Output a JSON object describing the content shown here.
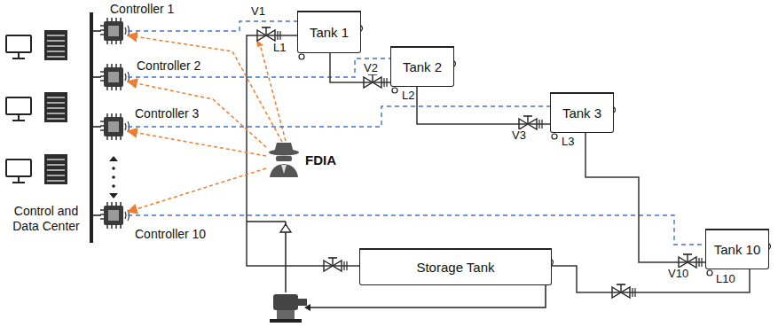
{
  "diagram": {
    "nodes": [
      {
        "text": [
          "Controller 1"
        ]
      },
      {
        "text": [
          "Controller 2"
        ]
      },
      {
        "text": [
          "Controller 3"
        ]
      },
      {
        "text": [
          "Controller 10"
        ]
      },
      {
        "text": [
          "FDIA"
        ]
      },
      {
        "text": [
          "Tank 1"
        ]
      },
      {
        "text": [
          "Tank 2"
        ]
      },
      {
        "text": [
          "Tank 3"
        ]
      },
      {
        "text": [
          "Tank 10"
        ]
      },
      {
        "text": [
          "Storage Tank"
        ]
      }
    ],
    "edges": [
      {
        "from": 0,
        "to": 5,
        "arrow": "none"
      },
      {
        "from": 1,
        "to": 6,
        "arrow": "none"
      },
      {
        "from": 2,
        "to": 7,
        "arrow": "none"
      },
      {
        "from": 3,
        "to": 8,
        "arrow": "none"
      },
      {
        "from": 5,
        "to": 6,
        "arrow": "none"
      },
      {
        "from": 6,
        "to": 7,
        "arrow": "none"
      },
      {
        "from": 7,
        "to": 8,
        "arrow": "none"
      },
      {
        "from": 8,
        "to": 9,
        "arrow": "none"
      },
      {
        "from": 9,
        "to": 5,
        "arrow": "none"
      },
      {
        "from": 4,
        "to": 0,
        "arrow": "to"
      },
      {
        "from": 4,
        "to": 1,
        "arrow": "to"
      },
      {
        "from": 4,
        "to": 2,
        "arrow": "to"
      },
      {
        "from": 4,
        "to": 3,
        "arrow": "to"
      }
    ],
    "labels": [
      "V1",
      "L1",
      "V2",
      "L2",
      "V3",
      "L3",
      "V10",
      "L10",
      "Control and Data Center"
    ]
  }
}
